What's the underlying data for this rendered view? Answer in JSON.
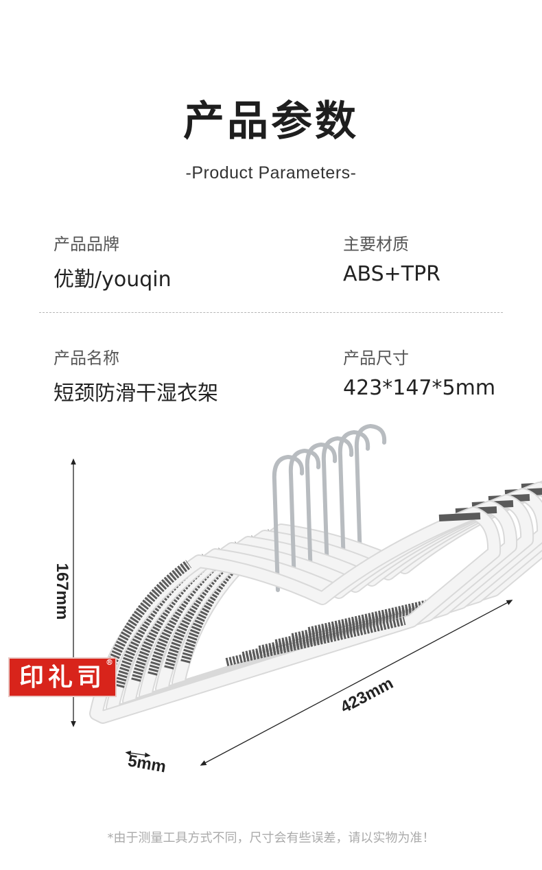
{
  "header": {
    "title": "产品参数",
    "subtitle": "-Product Parameters-"
  },
  "params": [
    {
      "label": "产品品牌",
      "value": "优勤/youqin"
    },
    {
      "label": "主要材质",
      "value": "ABS+TPR"
    },
    {
      "label": "产品名称",
      "value": "短颈防滑干湿衣架"
    },
    {
      "label": "产品尺寸",
      "value": "423*147*5mm"
    }
  ],
  "dimensions": {
    "height": "167mm",
    "length": "423mm",
    "thickness": "5mm"
  },
  "product_image": {
    "hanger_count": 6,
    "colors": {
      "body": "#f4f4f4",
      "grip": "#5a5a5a",
      "hook": "#b8bcc0"
    }
  },
  "watermark": {
    "text": "印礼司",
    "registered": "®",
    "color": "#d8241b"
  },
  "footnote": "*由于测量工具方式不同，尺寸会有些误差，请以实物为准！"
}
